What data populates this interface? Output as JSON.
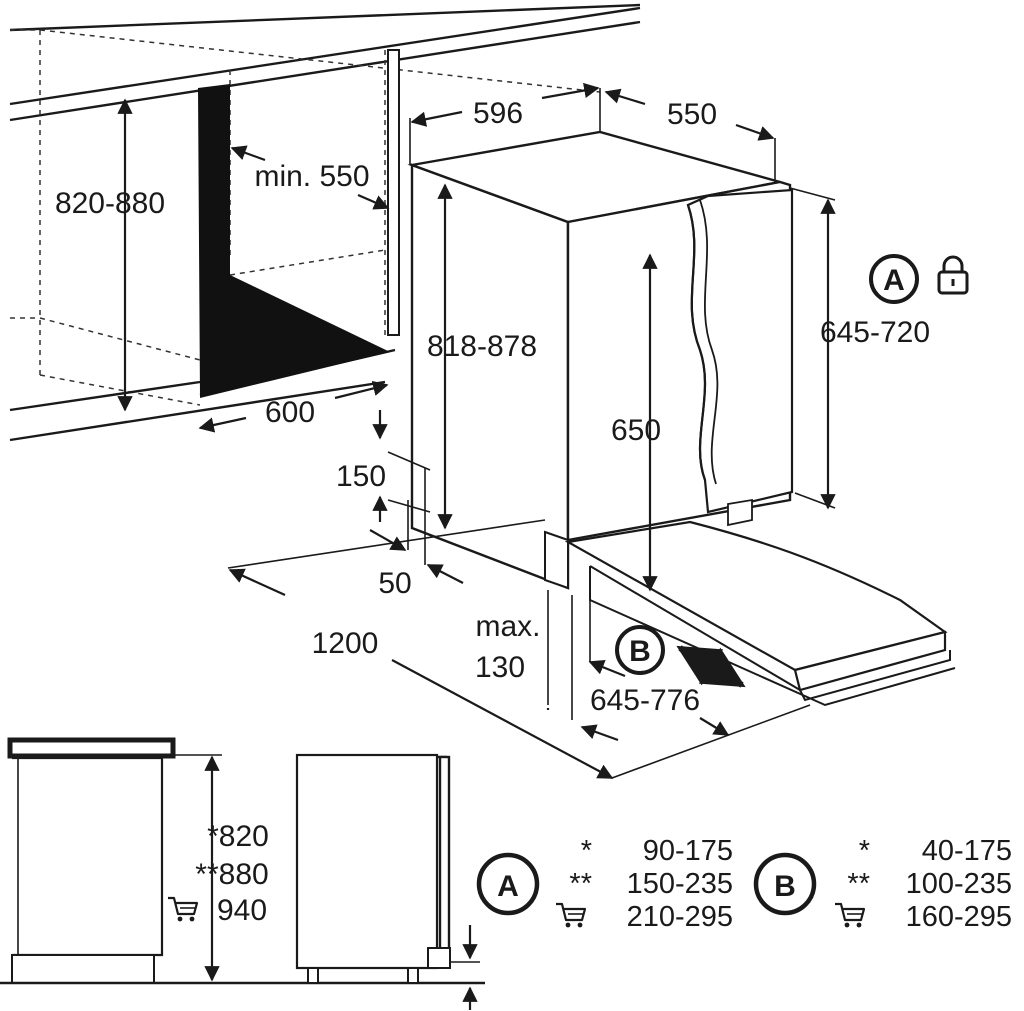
{
  "labels": {
    "w596": "596",
    "d550": "550",
    "h820_880": "820-880",
    "min550": "min. 550",
    "h818_878": "818-878",
    "h645_720": "645-720",
    "h650": "650",
    "w600": "600",
    "d150": "150",
    "d50": "50",
    "l1200": "1200",
    "max": "max.",
    "m130": "130",
    "r645_776": "645-776",
    "markA": "A",
    "markB": "B"
  },
  "side_view": {
    "h1": "*820",
    "h2": "**880",
    "h3": "940"
  },
  "legend_a": {
    "mark": "A",
    "rows": [
      {
        "marker": "*",
        "value": "90-175"
      },
      {
        "marker": "**",
        "value": "150-235"
      },
      {
        "marker": "",
        "value": "210-295"
      }
    ]
  },
  "legend_b": {
    "mark": "B",
    "rows": [
      {
        "marker": "*",
        "value": "40-175"
      },
      {
        "marker": "**",
        "value": "100-235"
      },
      {
        "marker": "",
        "value": "160-295"
      }
    ]
  },
  "icons": [
    "lock-icon",
    "shopping-cart-icon"
  ]
}
